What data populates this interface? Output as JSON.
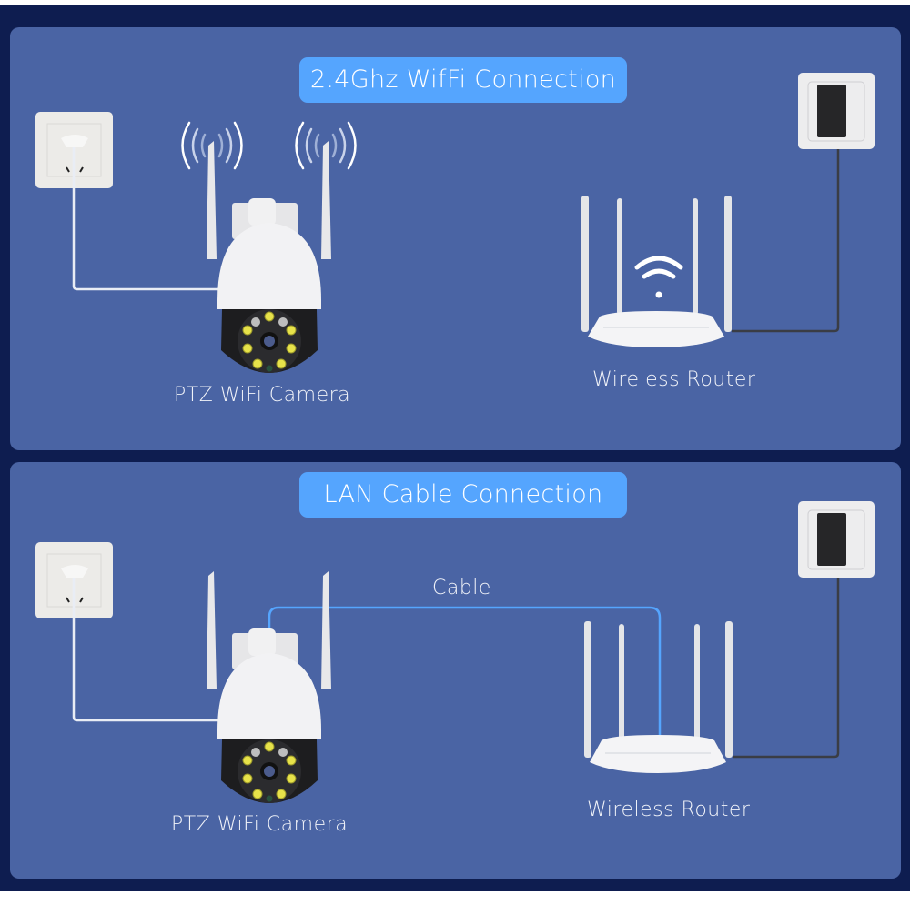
{
  "colors": {
    "frame": "#0e1d50",
    "panel": "#4a64a4",
    "pill": "#55a5fe",
    "cable_lan": "#55a5fe",
    "cable_power_camera": "#e9edf5",
    "cable_power_router": "#3a3d45"
  },
  "panels": [
    {
      "title": "2.4Ghz WifFi Connection",
      "camera_label": "PTZ WiFi Camera",
      "router_label": "Wireless Router",
      "connection": "wifi"
    },
    {
      "title": "LAN Cable Connection",
      "camera_label": "PTZ WiFi Camera",
      "router_label": "Wireless Router",
      "cable_label": "Cable",
      "connection": "lan"
    }
  ],
  "icons": {
    "camera_outlet": "wall-outlet-icon",
    "router_outlet": "power-adapter-outlet-icon",
    "camera": "ptz-camera-icon",
    "router": "wireless-router-icon",
    "signal": "wifi-signal-icon",
    "antenna_waves": "radio-waves-icon"
  }
}
